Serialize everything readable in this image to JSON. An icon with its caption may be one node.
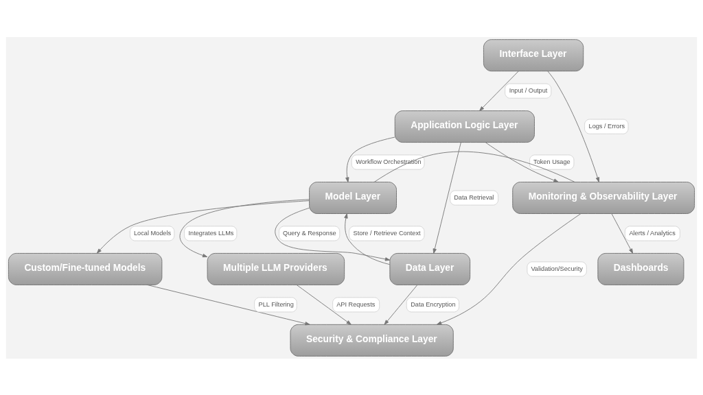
{
  "diagram": {
    "nodes": [
      {
        "text": [
          "Interface Layer"
        ]
      },
      {
        "text": [
          "Application Logic Layer"
        ]
      },
      {
        "text": [
          "Model Layer"
        ]
      },
      {
        "text": [
          "Monitoring & Observability Layer"
        ]
      },
      {
        "text": [
          "Custom/Fine-tuned Models"
        ]
      },
      {
        "text": [
          "Multiple LLM Providers"
        ]
      },
      {
        "text": [
          "Data Layer"
        ]
      },
      {
        "text": [
          "Dashboards"
        ]
      },
      {
        "text": [
          "Security & Compliance Layer"
        ]
      }
    ],
    "edges": [
      {
        "from": 0,
        "to": 1,
        "arrow": "to",
        "label": "Input / Output"
      },
      {
        "from": 0,
        "to": 3,
        "arrow": "to",
        "label": "Logs / Errors"
      },
      {
        "from": 1,
        "to": 2,
        "arrow": "to",
        "label": "Workflow Orchestration"
      },
      {
        "from": 1,
        "to": 3,
        "arrow": "to",
        "label": "Token Usage"
      },
      {
        "from": 1,
        "to": 6,
        "arrow": "to",
        "label": "Data Retrieval"
      },
      {
        "from": 2,
        "to": 4,
        "arrow": "to",
        "label": "Local Models"
      },
      {
        "from": 2,
        "to": 5,
        "arrow": "to",
        "label": "Integrates LLMs"
      },
      {
        "from": 6,
        "to": 2,
        "arrow": "to",
        "label": "Store / Retrieve Context"
      },
      {
        "from": 2,
        "to": 6,
        "arrow": "to",
        "label": "Query & Response"
      },
      {
        "from": 2,
        "to": 3,
        "arrow": "none"
      },
      {
        "from": 3,
        "to": 7,
        "arrow": "to",
        "label": "Alerts / Analytics"
      },
      {
        "from": 5,
        "to": 8,
        "arrow": "to",
        "label": "API Requests"
      },
      {
        "from": 6,
        "to": 8,
        "arrow": "to",
        "label": "Data Encryption"
      },
      {
        "from": 4,
        "to": 8,
        "arrow": "to",
        "label": "PLL Filtering"
      },
      {
        "from": 3,
        "to": 8,
        "arrow": "to",
        "label": "Validation/Security"
      }
    ]
  }
}
